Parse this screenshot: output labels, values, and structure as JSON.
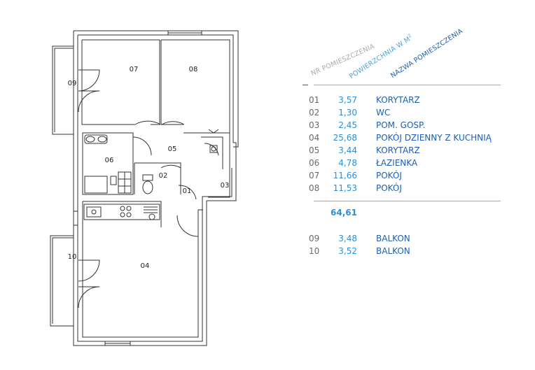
{
  "headers": {
    "nr": "NR POMIESZCZENIA",
    "area": "POWIERZCHNIA W M",
    "area_sup": "2",
    "name": "NAZWA POMIESZCZENIA"
  },
  "rooms": [
    {
      "nr": "01",
      "area": "3,57",
      "name": "KORYTARZ"
    },
    {
      "nr": "02",
      "area": "1,30",
      "name": "WC"
    },
    {
      "nr": "03",
      "area": "2,45",
      "name": "POM. GOSP."
    },
    {
      "nr": "04",
      "area": "25,68",
      "name": "POKÓJ DZIENNY Z KUCHNIĄ"
    },
    {
      "nr": "05",
      "area": "3,44",
      "name": "KORYTARZ"
    },
    {
      "nr": "06",
      "area": "4,78",
      "name": "ŁAZIENKA"
    },
    {
      "nr": "07",
      "area": "11,66",
      "name": "POKÓJ"
    },
    {
      "nr": "08",
      "area": "11,53",
      "name": "POKÓJ"
    }
  ],
  "total": "64,61",
  "balconies": [
    {
      "nr": "09",
      "area": "3,48",
      "name": "BALKON"
    },
    {
      "nr": "10",
      "area": "3,52",
      "name": "BALKON"
    }
  ],
  "plan_labels": [
    "07",
    "08",
    "09",
    "06",
    "05",
    "02",
    "01",
    "03",
    "04",
    "10"
  ]
}
